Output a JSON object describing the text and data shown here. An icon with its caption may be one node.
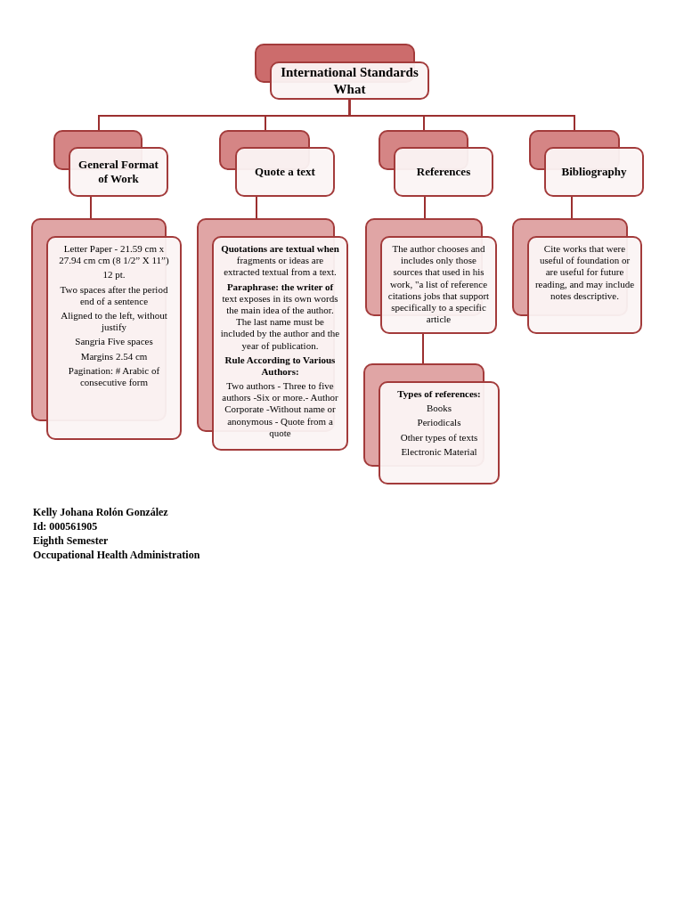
{
  "diagram": {
    "nodes": [
      {
        "text": [
          "International Standards What"
        ]
      },
      {
        "text": [
          "General Format of Work"
        ]
      },
      {
        "text": [
          "Quote a text"
        ]
      },
      {
        "text": [
          "References"
        ]
      },
      {
        "text": [
          "Bibliography"
        ]
      },
      {
        "text": [
          "Letter Paper - 21.59 cm x 27.94 cm cm (8 1/2” X 11”)",
          "12 pt.",
          "Two spaces after the period end of a sentence",
          "Aligned to the left, without justify",
          "Sangria Five spaces",
          "Margins 2.54 cm",
          "Pagination: # Arabic of consecutive form"
        ]
      },
      {
        "text": [
          "**Quotations are textual when** fragments or ideas are extracted textual from a text.",
          "**Paraphrase: the writer of** text exposes in its own words the main idea of the author. The last name must be included by the author and the year of publication.",
          "Rule According to Various Authors:",
          "Two authors - Three to five authors -Six or more.- Author Corporate -Without name or anonymous - Quote from a quote"
        ]
      },
      {
        "text": [
          "The author chooses and includes only those sources that used in his work, \"a list of reference citations jobs that support specifically to a specific article"
        ]
      },
      {
        "text": [
          "Cite works that were useful of foundation or are useful for future reading, and may include notes descriptive."
        ]
      },
      {
        "text": [
          "Types of references:",
          "Books",
          "Periodicals",
          "Other types of texts",
          "Electronic Material"
        ]
      }
    ],
    "edges": [
      {
        "from": 0,
        "to": 1,
        "arrow": "none"
      },
      {
        "from": 0,
        "to": 2,
        "arrow": "none"
      },
      {
        "from": 0,
        "to": 3,
        "arrow": "none"
      },
      {
        "from": 0,
        "to": 4,
        "arrow": "none"
      },
      {
        "from": 1,
        "to": 5,
        "arrow": "none"
      },
      {
        "from": 2,
        "to": 6,
        "arrow": "none"
      },
      {
        "from": 3,
        "to": 7,
        "arrow": "none"
      },
      {
        "from": 4,
        "to": 8,
        "arrow": "none"
      },
      {
        "from": 7,
        "to": 9,
        "arrow": "none"
      }
    ],
    "labels": [
      "Kelly Johana Rolón González",
      "Id: 000561905",
      "Eighth Semester",
      "Occupational Health Administration"
    ]
  }
}
